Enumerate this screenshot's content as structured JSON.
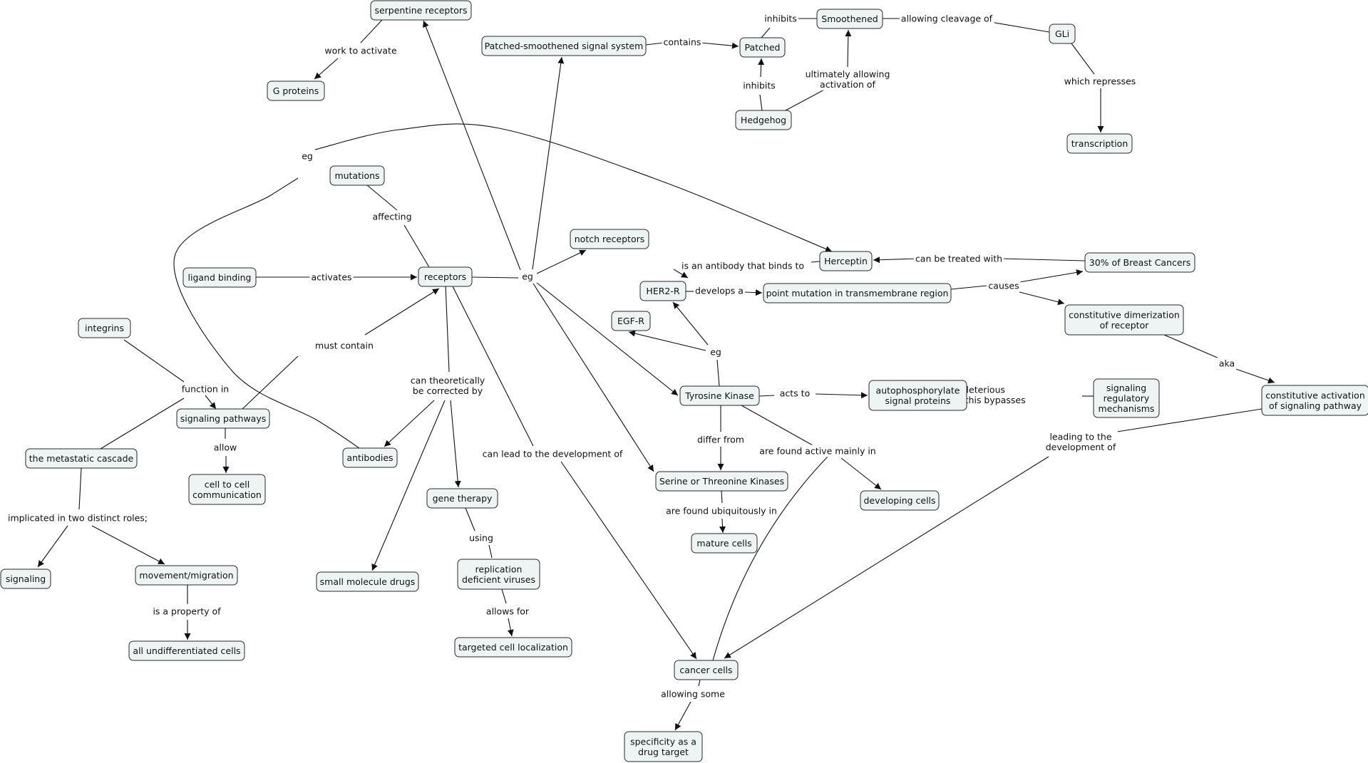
{
  "nodes": [
    {
      "id": "serpentine",
      "text": [
        "serpentine receptors"
      ]
    },
    {
      "id": "gproteins",
      "text": [
        "G proteins"
      ]
    },
    {
      "id": "patched_sys",
      "text": [
        "Patched-smoothened signal system"
      ]
    },
    {
      "id": "patched",
      "text": [
        "Patched"
      ]
    },
    {
      "id": "smoothened",
      "text": [
        "Smoothened"
      ]
    },
    {
      "id": "gli",
      "text": [
        "GLi"
      ]
    },
    {
      "id": "hedgehog",
      "text": [
        "Hedgehog"
      ]
    },
    {
      "id": "transcription",
      "text": [
        "transcription"
      ]
    },
    {
      "id": "mutations",
      "text": [
        "mutations"
      ]
    },
    {
      "id": "ligand",
      "text": [
        "ligand binding"
      ]
    },
    {
      "id": "receptors",
      "text": [
        "receptors"
      ]
    },
    {
      "id": "notch",
      "text": [
        "notch receptors"
      ]
    },
    {
      "id": "herceptin",
      "text": [
        "Herceptin"
      ]
    },
    {
      "id": "breast",
      "text": [
        "30% of Breast Cancers"
      ]
    },
    {
      "id": "her2r",
      "text": [
        "HER2-R"
      ]
    },
    {
      "id": "pointmut",
      "text": [
        "point mutation in transmembrane region"
      ]
    },
    {
      "id": "egfr",
      "text": [
        "EGF-R"
      ]
    },
    {
      "id": "constdim",
      "text": [
        "constitutive dimerization",
        "of receptor"
      ]
    },
    {
      "id": "integrins",
      "text": [
        "integrins"
      ]
    },
    {
      "id": "sigpath",
      "text": [
        "signaling pathways"
      ]
    },
    {
      "id": "metastatic",
      "text": [
        "the metastatic cascade"
      ]
    },
    {
      "id": "antibodies",
      "text": [
        "antibodies"
      ]
    },
    {
      "id": "tyrosine",
      "text": [
        "Tyrosine Kinase"
      ]
    },
    {
      "id": "autophos",
      "text": [
        "autophosphorylate",
        "signal proteins"
      ]
    },
    {
      "id": "sigreg",
      "text": [
        "signaling",
        "regulatory",
        "mechanisms"
      ]
    },
    {
      "id": "constact",
      "text": [
        "constitutive activation",
        "of signaling pathway"
      ]
    },
    {
      "id": "celltocell",
      "text": [
        "cell to cell",
        "communication"
      ]
    },
    {
      "id": "serine",
      "text": [
        "Serine or Threonine Kinases"
      ]
    },
    {
      "id": "developing",
      "text": [
        "developing cells"
      ]
    },
    {
      "id": "genether",
      "text": [
        "gene therapy"
      ]
    },
    {
      "id": "signaling",
      "text": [
        "signaling"
      ]
    },
    {
      "id": "movement",
      "text": [
        "movement/migration"
      ]
    },
    {
      "id": "smallmol",
      "text": [
        "small molecule drugs"
      ]
    },
    {
      "id": "replic",
      "text": [
        "replication",
        "deficient viruses"
      ]
    },
    {
      "id": "mature",
      "text": [
        "mature cells"
      ]
    },
    {
      "id": "undiff",
      "text": [
        "all undifferentiated cells"
      ]
    },
    {
      "id": "targeted",
      "text": [
        "targeted cell localization"
      ]
    },
    {
      "id": "cancer",
      "text": [
        "cancer cells"
      ]
    },
    {
      "id": "specificity",
      "text": [
        "specificity as a",
        "drug target"
      ]
    }
  ],
  "link_labels": [
    {
      "id": "work_to_activate",
      "text": [
        "work to activate"
      ]
    },
    {
      "id": "contains",
      "text": [
        "contains"
      ]
    },
    {
      "id": "inhibits_top",
      "text": [
        "inhibits"
      ]
    },
    {
      "id": "allowing_cleavage",
      "text": [
        "allowing cleavage of"
      ]
    },
    {
      "id": "inhibits_mid",
      "text": [
        "inhibits"
      ]
    },
    {
      "id": "ultimately",
      "text": [
        "ultimately allowing",
        "activation of"
      ]
    },
    {
      "id": "which_represses",
      "text": [
        "which represses"
      ]
    },
    {
      "id": "eg_curve",
      "text": [
        "eg"
      ]
    },
    {
      "id": "affecting",
      "text": [
        "affecting"
      ]
    },
    {
      "id": "activates",
      "text": [
        "activates"
      ]
    },
    {
      "id": "eg_main",
      "text": [
        "eg"
      ]
    },
    {
      "id": "antibody_binds",
      "text": [
        "is an antibody that binds to"
      ]
    },
    {
      "id": "treated_with",
      "text": [
        "can be treated with"
      ]
    },
    {
      "id": "develops_a",
      "text": [
        "develops a"
      ]
    },
    {
      "id": "causes",
      "text": [
        "causes"
      ]
    },
    {
      "id": "eg_tk",
      "text": [
        "eg"
      ]
    },
    {
      "id": "aka",
      "text": [
        "aka"
      ]
    },
    {
      "id": "must_contain",
      "text": [
        "must contain"
      ]
    },
    {
      "id": "function_in",
      "text": [
        "function in"
      ]
    },
    {
      "id": "can_theoretically",
      "text": [
        "can theoretically",
        "be corrected by"
      ]
    },
    {
      "id": "acts_to",
      "text": [
        "acts to"
      ]
    },
    {
      "id": "deleterious",
      "text": [
        "is deleterious",
        "because this bypasses"
      ]
    },
    {
      "id": "leading_to",
      "text": [
        "leading to the",
        "development of"
      ]
    },
    {
      "id": "allow",
      "text": [
        "allow"
      ]
    },
    {
      "id": "differ_from",
      "text": [
        "differ from"
      ]
    },
    {
      "id": "active_mainly",
      "text": [
        "are found active mainly in"
      ]
    },
    {
      "id": "lead_dev",
      "text": [
        "can lead to the development of"
      ]
    },
    {
      "id": "implicated",
      "text": [
        "implicated in two distinct roles;"
      ]
    },
    {
      "id": "using",
      "text": [
        "using"
      ]
    },
    {
      "id": "ubiquitously",
      "text": [
        "are found ubiquitously in"
      ]
    },
    {
      "id": "property_of",
      "text": [
        "is a property of"
      ]
    },
    {
      "id": "allows_for",
      "text": [
        "allows for"
      ]
    },
    {
      "id": "allowing_some",
      "text": [
        "allowing some"
      ]
    }
  ],
  "connections": [
    [
      "serpentine",
      "work_to_activate",
      "gproteins"
    ],
    [
      "patched_sys",
      "contains",
      "patched"
    ],
    [
      "smoothened",
      "inhibits_top",
      "patched"
    ],
    [
      "smoothened",
      "allowing_cleavage",
      "gli"
    ],
    [
      "hedgehog",
      "inhibits_mid",
      "patched"
    ],
    [
      "hedgehog",
      "ultimately",
      "smoothened"
    ],
    [
      "gli",
      "which_represses",
      "transcription"
    ],
    [
      "antibodies",
      "eg_curve",
      "herceptin"
    ],
    [
      "receptors",
      "affecting",
      "mutations"
    ],
    [
      "ligand",
      "activates",
      "receptors"
    ],
    [
      "receptors",
      "eg_main",
      "serpentine"
    ],
    [
      "receptors",
      "eg_main",
      "patched_sys"
    ],
    [
      "receptors",
      "eg_main",
      "notch"
    ],
    [
      "receptors",
      "eg_main",
      "tyrosine"
    ],
    [
      "receptors",
      "eg_main",
      "serine"
    ],
    [
      "herceptin",
      "antibody_binds",
      "her2r"
    ],
    [
      "breast",
      "treated_with",
      "herceptin"
    ],
    [
      "her2r",
      "develops_a",
      "pointmut"
    ],
    [
      "pointmut",
      "causes",
      "breast"
    ],
    [
      "pointmut",
      "causes",
      "constdim"
    ],
    [
      "tyrosine",
      "eg_tk",
      "her2r"
    ],
    [
      "tyrosine",
      "eg_tk",
      "egfr"
    ],
    [
      "constdim",
      "aka",
      "constact"
    ],
    [
      "sigpath",
      "must_contain",
      "receptors"
    ],
    [
      "integrins",
      "function_in",
      "sigpath"
    ],
    [
      "metastatic",
      "function_in",
      "sigpath"
    ],
    [
      "receptors",
      "can_theoretically",
      "antibodies"
    ],
    [
      "receptors",
      "can_theoretically",
      "genether"
    ],
    [
      "receptors",
      "can_theoretically",
      "smallmol"
    ],
    [
      "tyrosine",
      "acts_to",
      "autophos"
    ],
    [
      "autophos",
      "deleterious",
      "sigreg"
    ],
    [
      "constact",
      "leading_to",
      "cancer"
    ],
    [
      "sigpath",
      "allow",
      "celltocell"
    ],
    [
      "tyrosine",
      "differ_from",
      "serine"
    ],
    [
      "tyrosine",
      "active_mainly",
      "developing"
    ],
    [
      "cancer",
      "active_mainly",
      "tyrosine"
    ],
    [
      "receptors",
      "lead_dev",
      "cancer"
    ],
    [
      "metastatic",
      "implicated",
      "signaling"
    ],
    [
      "metastatic",
      "implicated",
      "movement"
    ],
    [
      "genether",
      "using",
      "replic"
    ],
    [
      "serine",
      "ubiquitously",
      "mature"
    ],
    [
      "movement",
      "property_of",
      "undiff"
    ],
    [
      "replic",
      "allows_for",
      "targeted"
    ],
    [
      "cancer",
      "allowing_some",
      "specificity"
    ]
  ]
}
